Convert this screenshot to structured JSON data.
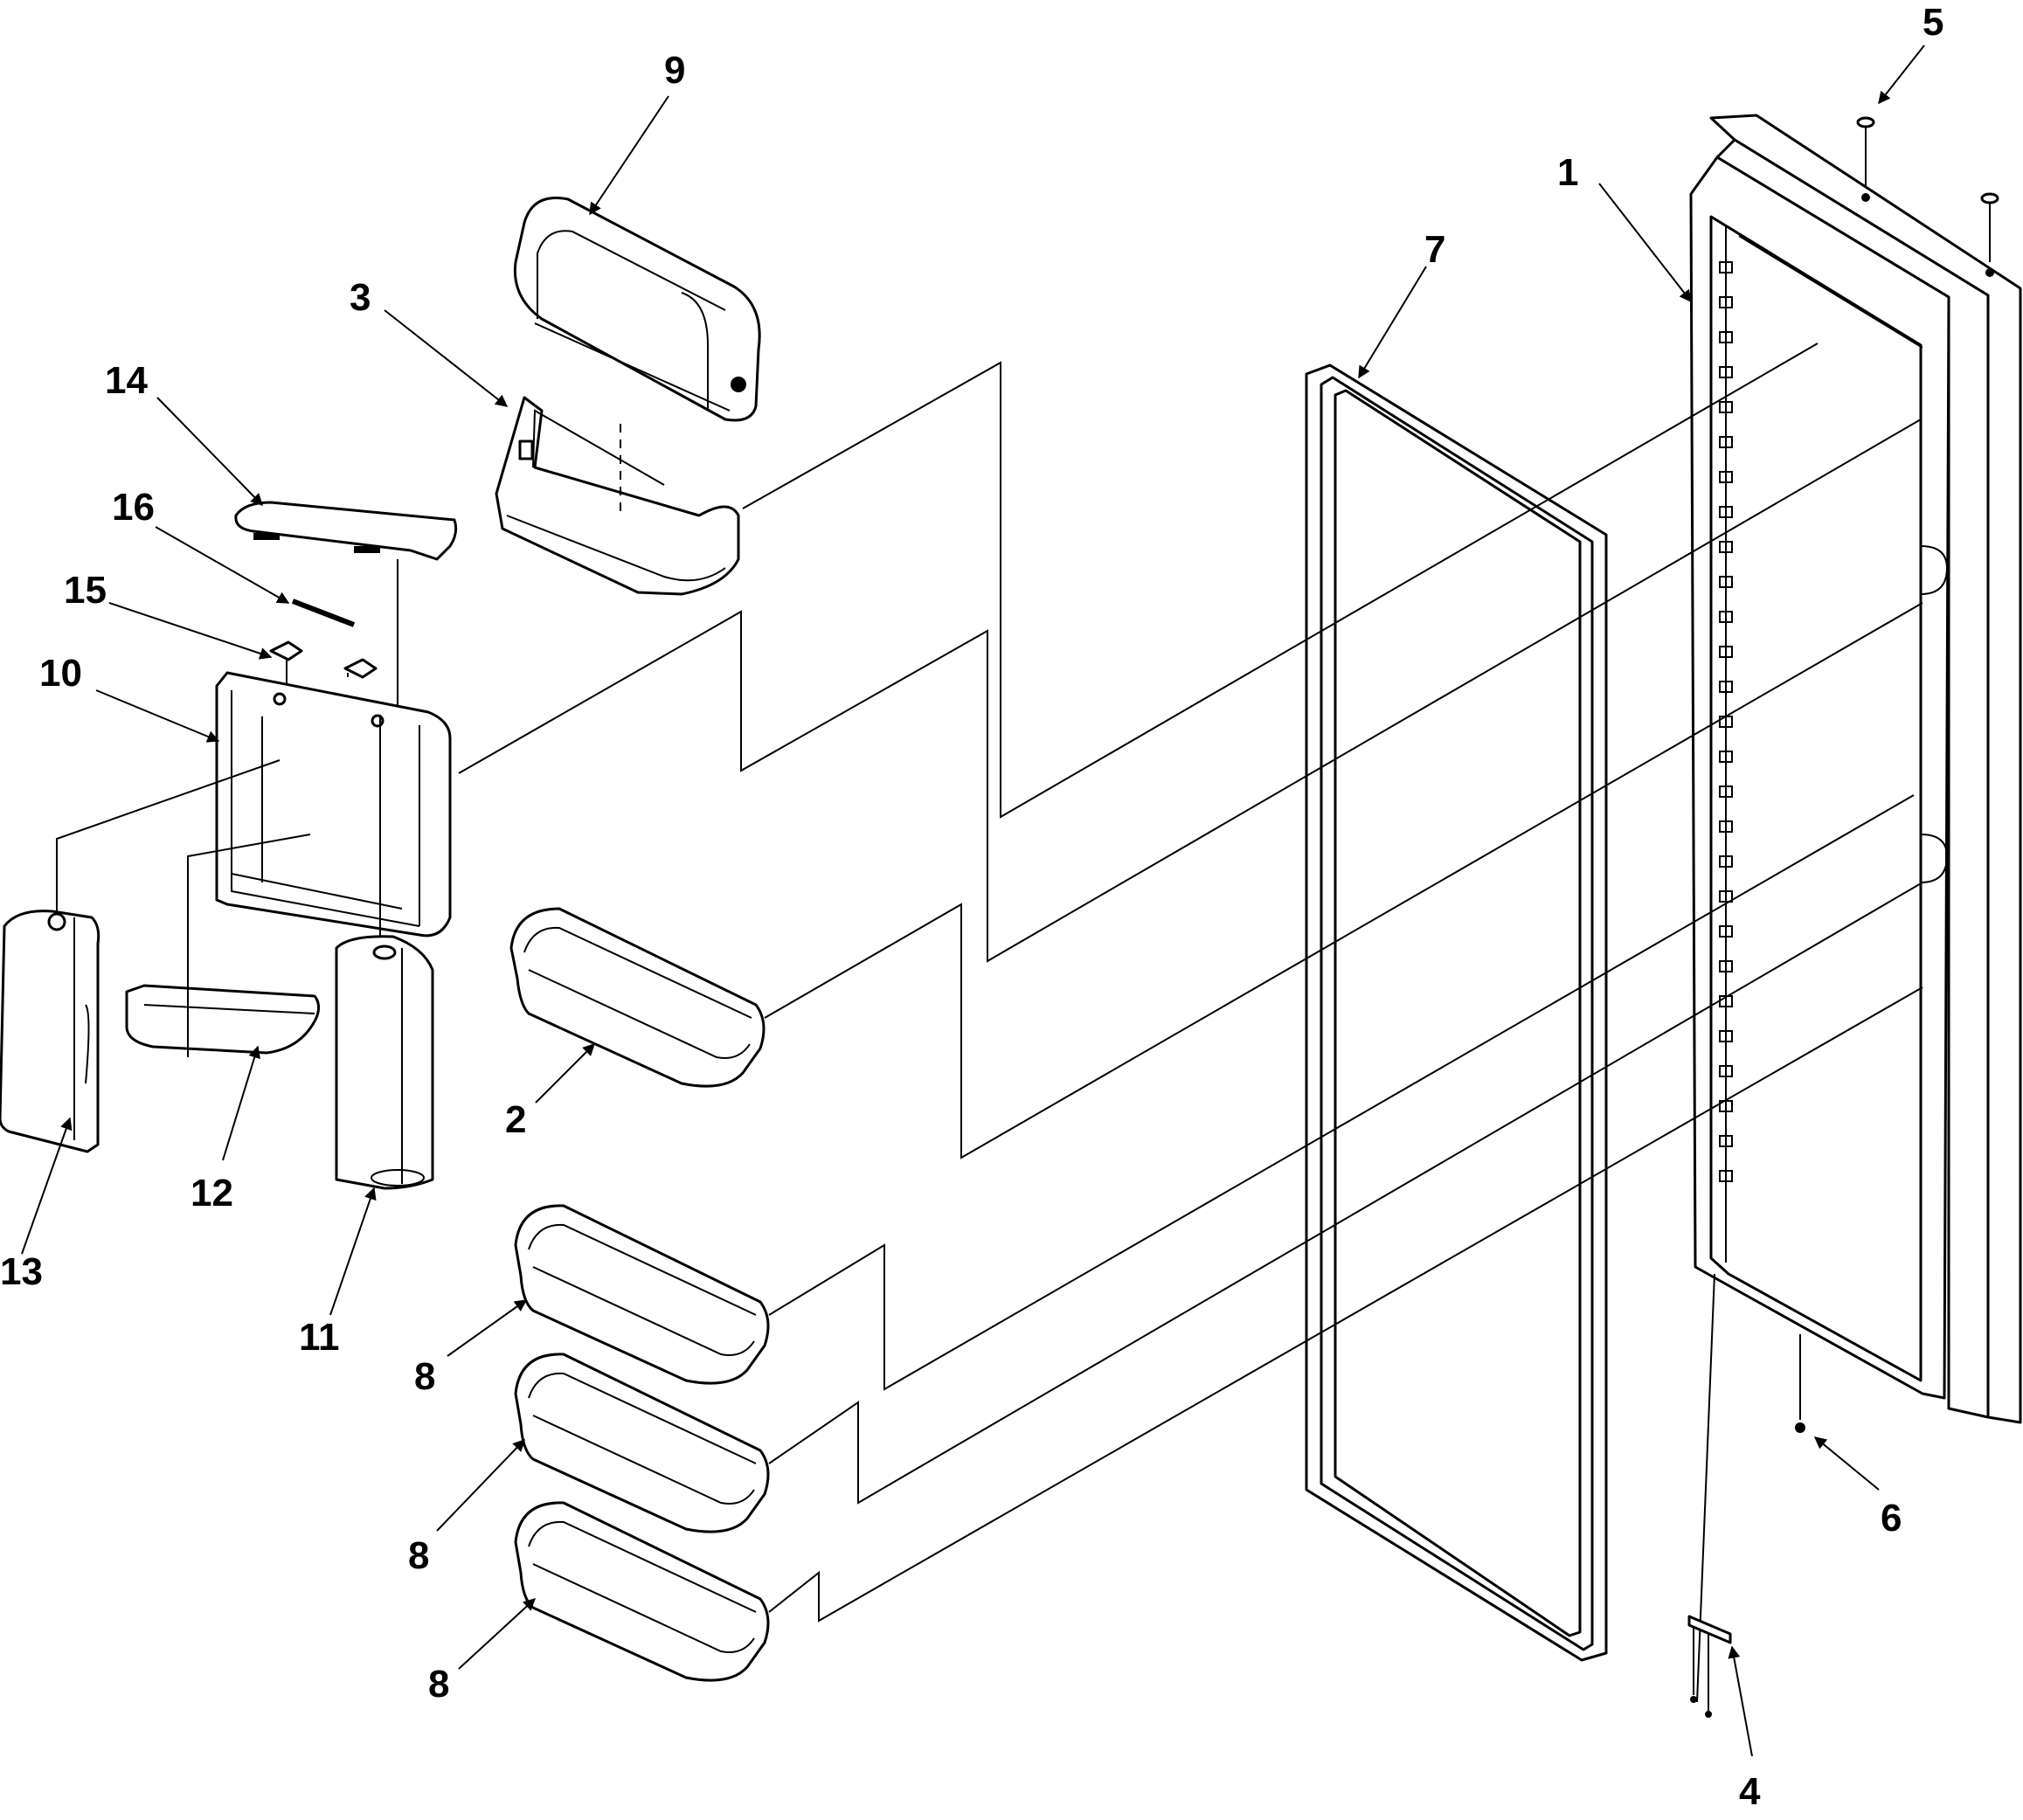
{
  "callouts": {
    "c1": "1",
    "c2": "2",
    "c3": "3",
    "c4": "4",
    "c5": "5",
    "c6": "6",
    "c7": "7",
    "c8a": "8",
    "c8b": "8",
    "c8c": "8",
    "c9": "9",
    "c10": "10",
    "c11": "11",
    "c12": "12",
    "c13": "13",
    "c14": "14",
    "c15": "15",
    "c16": "16"
  }
}
